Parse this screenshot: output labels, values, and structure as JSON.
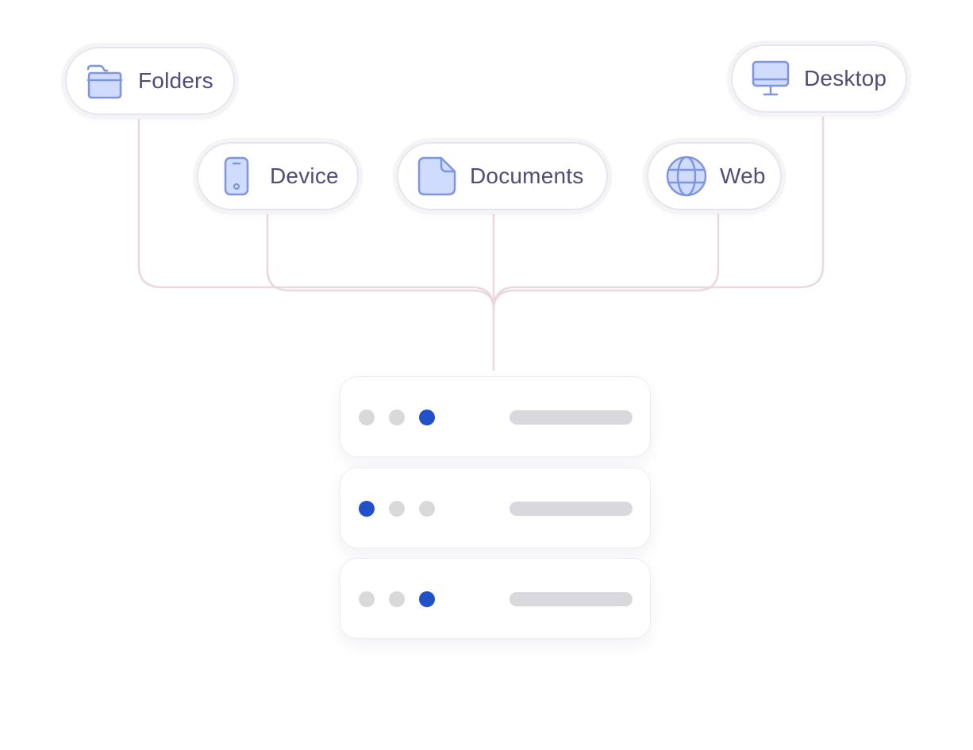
{
  "nodes": [
    {
      "id": "folders",
      "label": "Folders",
      "icon": "folder-icon"
    },
    {
      "id": "device",
      "label": "Device",
      "icon": "phone-icon"
    },
    {
      "id": "documents",
      "label": "Documents",
      "icon": "document-icon"
    },
    {
      "id": "web",
      "label": "Web",
      "icon": "globe-icon"
    },
    {
      "id": "desktop",
      "label": "Desktop",
      "icon": "monitor-icon"
    }
  ],
  "panels": [
    {
      "active_dot": 3
    },
    {
      "active_dot": 1
    },
    {
      "active_dot": 3
    }
  ],
  "colors": {
    "icon_fill": "#cfdcfd",
    "icon_stroke": "#7f95e0",
    "label_text": "#514c78",
    "connector": "#ead8df",
    "dot_inactive": "#d9d9dc",
    "dot_active": "#2150c9",
    "bar": "#d9d8dc"
  }
}
